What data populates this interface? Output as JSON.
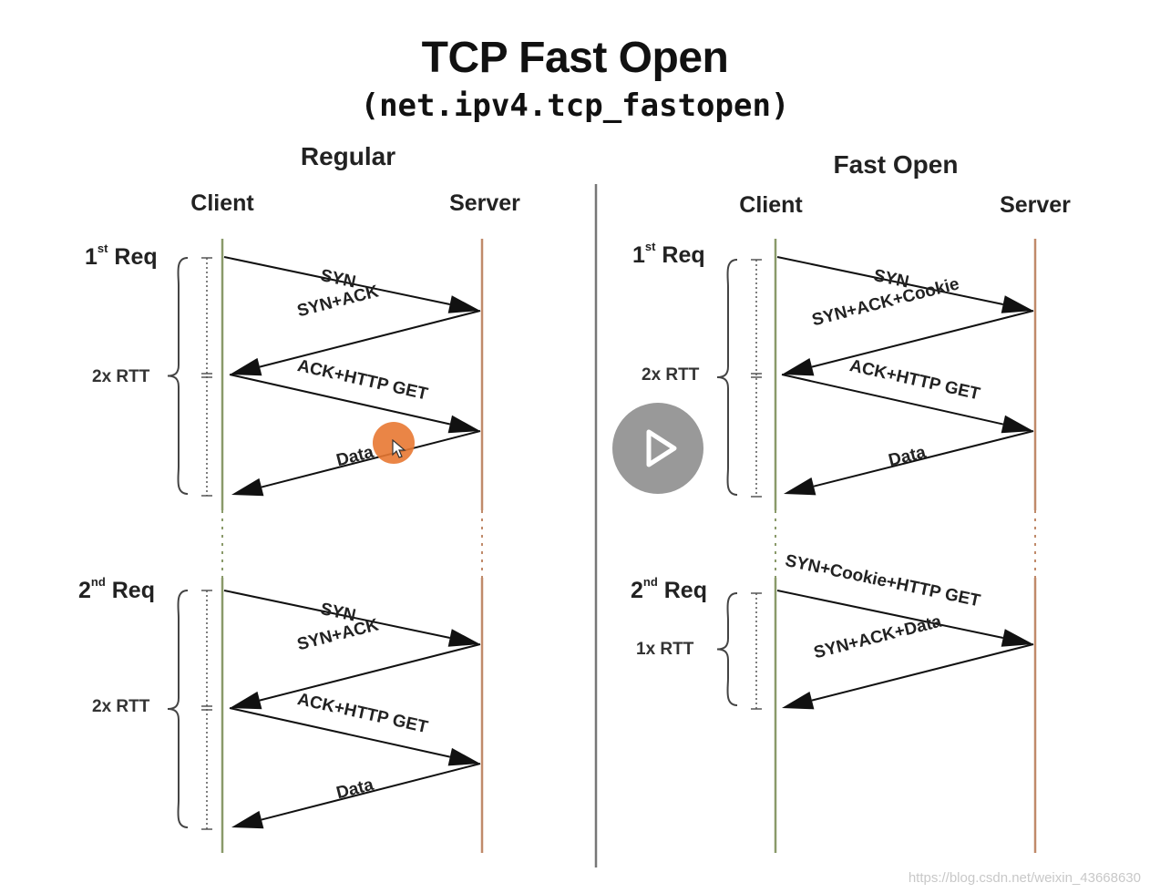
{
  "title": "TCP Fast Open",
  "subtitle": "(net.ipv4.tcp_fastopen)",
  "panels": {
    "regular": {
      "heading": "Regular",
      "client": "Client",
      "server": "Server",
      "req1": {
        "ordinal": "1",
        "sup": "st",
        "word": "Req",
        "rtt": "2x RTT"
      },
      "req2": {
        "ordinal": "2",
        "sup": "nd",
        "word": "Req",
        "rtt": "2x RTT"
      },
      "messages": [
        {
          "label": "SYN",
          "direction": "to-server"
        },
        {
          "label": "SYN+ACK",
          "direction": "to-client"
        },
        {
          "label": "ACK+HTTP GET",
          "direction": "to-server"
        },
        {
          "label": "Data",
          "direction": "to-client"
        },
        {
          "label": "SYN",
          "direction": "to-server"
        },
        {
          "label": "SYN+ACK",
          "direction": "to-client"
        },
        {
          "label": "ACK+HTTP GET",
          "direction": "to-server"
        },
        {
          "label": "Data",
          "direction": "to-client"
        }
      ]
    },
    "fastopen": {
      "heading": "Fast Open",
      "client": "Client",
      "server": "Server",
      "req1": {
        "ordinal": "1",
        "sup": "st",
        "word": "Req",
        "rtt": "2x RTT"
      },
      "req2": {
        "ordinal": "2",
        "sup": "nd",
        "word": "Req",
        "rtt": "1x RTT"
      },
      "messages": [
        {
          "label": "SYN",
          "direction": "to-server"
        },
        {
          "label": "SYN+ACK+Cookie",
          "direction": "to-client"
        },
        {
          "label": "ACK+HTTP GET",
          "direction": "to-server"
        },
        {
          "label": "Data",
          "direction": "to-client"
        },
        {
          "label": "SYN+Cookie+HTTP GET",
          "direction": "to-server"
        },
        {
          "label": "SYN+ACK+Data",
          "direction": "to-client"
        }
      ]
    }
  },
  "player": {
    "play_icon": "play-icon",
    "cursor_icon": "cursor-icon"
  },
  "watermark": "https://blog.csdn.net/weixin_43668630",
  "colors": {
    "client_line": "#8a9a6a",
    "server_line": "#c08a6a",
    "text": "#111111",
    "play_bg": "#808080",
    "cursor": "#e87832"
  }
}
